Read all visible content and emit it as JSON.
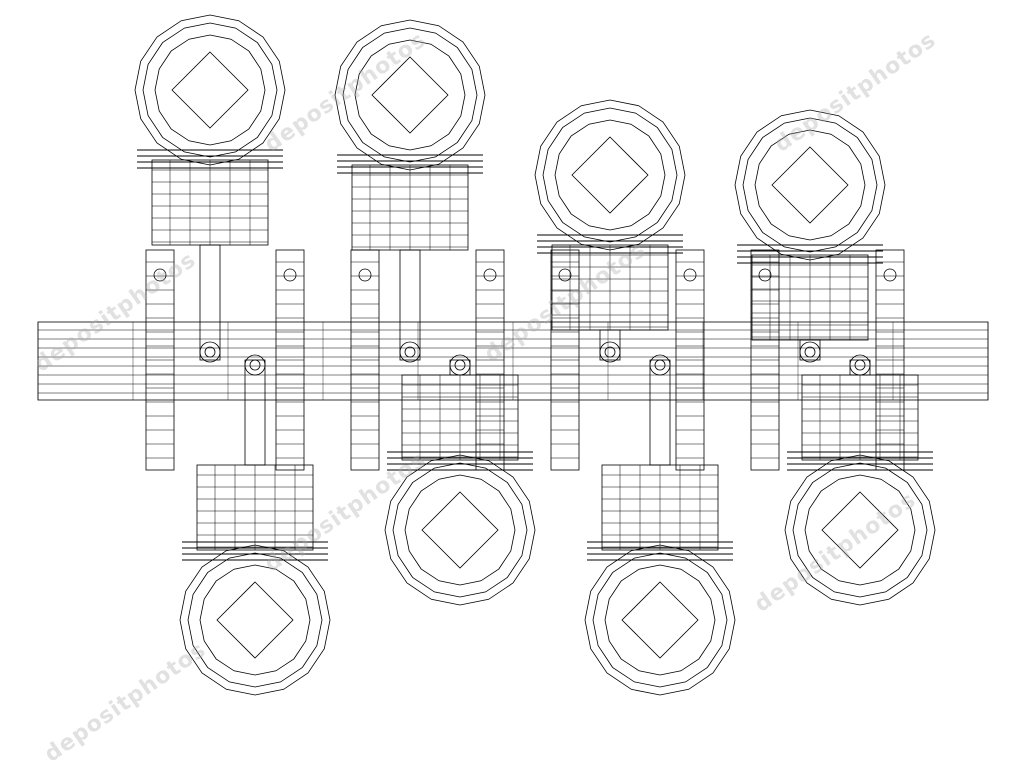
{
  "drawing": {
    "subject": "",
    "pistons": [
      {
        "id": "piston-1",
        "orientation": "up"
      },
      {
        "id": "piston-2",
        "orientation": "down"
      },
      {
        "id": "piston-3",
        "orientation": "up"
      },
      {
        "id": "piston-4",
        "orientation": "down"
      },
      {
        "id": "piston-5",
        "orientation": "up"
      },
      {
        "id": "piston-6",
        "orientation": "down"
      },
      {
        "id": "piston-7",
        "orientation": "up"
      },
      {
        "id": "piston-8",
        "orientation": "down"
      }
    ],
    "line_color": "#000000",
    "background_color": "#ffffff"
  },
  "watermark": {
    "text": "depositphotos"
  }
}
